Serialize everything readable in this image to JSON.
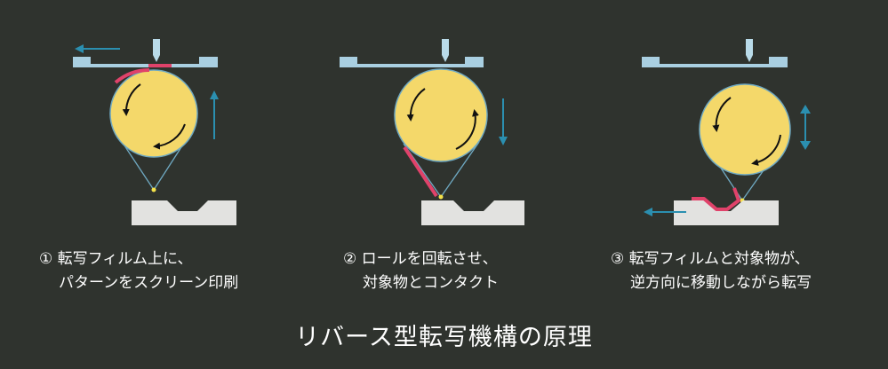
{
  "captions": [
    {
      "line1": "① 転写フィルム上に、",
      "line2": "パターンをスクリーン印刷"
    },
    {
      "line1": "② ロールを回転させ、",
      "line2": "対象物とコンタクト"
    },
    {
      "line1": "③ 転写フィルムと対象物が、",
      "line2": "逆方向に移動しながら転写"
    }
  ],
  "title": "リバース型転写機構の原理",
  "colors": {
    "background": "#2f332e",
    "roll": "#f4d86a",
    "film": "#a9cfe1",
    "ink": "#e0426a",
    "arrow": "#2b8fb0",
    "object": "#e2e2e0"
  }
}
